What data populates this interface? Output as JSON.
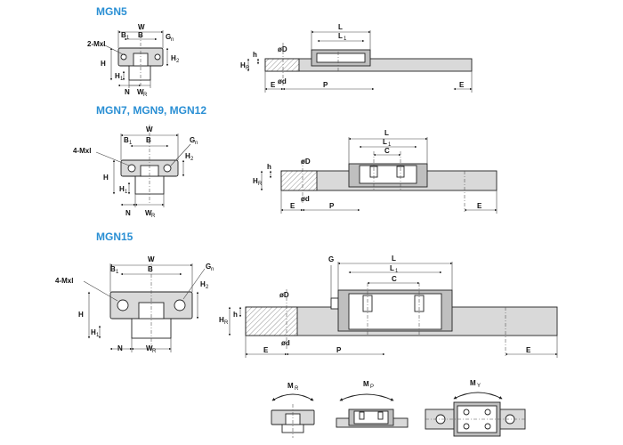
{
  "sections": {
    "mgn5": "MGN5",
    "mgn7": "MGN7, MGN9, MGN12",
    "mgn15": "MGN15"
  },
  "labels": {
    "W": "W",
    "B": "B",
    "B1": "B",
    "B1_sub": "1",
    "G": "G",
    "G_sub": "n",
    "mxl2": "2-Mxl",
    "mxl4": "4-Mxl",
    "H": "H",
    "H1": "H",
    "H1_sub": "1",
    "H2": "H",
    "H2_sub": "2",
    "N": "N",
    "WR": "W",
    "WR_sub": "R",
    "L": "L",
    "L1": "L",
    "L1_sub": "1",
    "C": "C",
    "phiD": "øD",
    "phid": "ød",
    "h": "h",
    "HR": "H",
    "HR_sub": "R",
    "E": "E",
    "P": "P"
  },
  "moments": {
    "MR": "M",
    "MR_sub": "R",
    "MP": "M",
    "MP_sub": "P",
    "MY": "M",
    "MY_sub": "Y"
  }
}
